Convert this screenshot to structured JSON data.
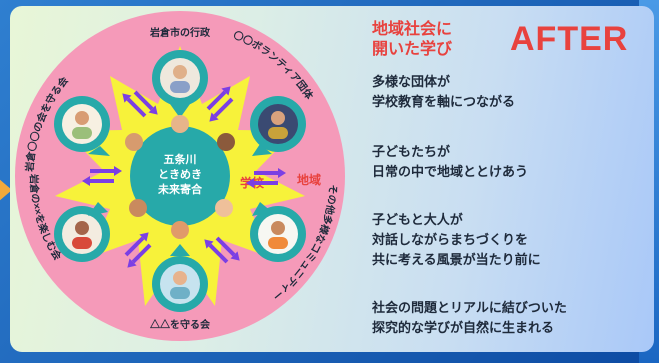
{
  "after_label": "AFTER",
  "right_title": [
    "地域社会に",
    "開いた学び"
  ],
  "statements": [
    [
      "多様な団体が",
      "学校教育を軸につながる"
    ],
    [
      "子どもたちが",
      "日常の中で地域ととけあう"
    ],
    [
      "子どもと大人が",
      "対話しながらまちづくりを",
      "共に考える風景が当たり前に"
    ],
    [
      "社会の問題とリアルに結びついた",
      "探究的な学びが自然に生まれる"
    ]
  ],
  "diagram": {
    "center": [
      "五条川",
      "ときめき",
      "未来寄合"
    ],
    "inner_labels": {
      "school": "学校",
      "community": "地域"
    },
    "orgs": {
      "top": "岩倉市の行政",
      "top_right": "〇〇ボランティア団体",
      "bottom_right": "その他多様なコミュニティー",
      "bottom": "△△を守る会",
      "bottom_left": "岩倉の××を楽しむ会",
      "top_left": "岩倉〇〇の会を守る会"
    }
  },
  "colors": {
    "outer_ring": "#f59ab9",
    "star": "#f7f23a",
    "center": "#27a9a9",
    "arrow": "#7b3fe4",
    "accent": "#e8423e"
  }
}
